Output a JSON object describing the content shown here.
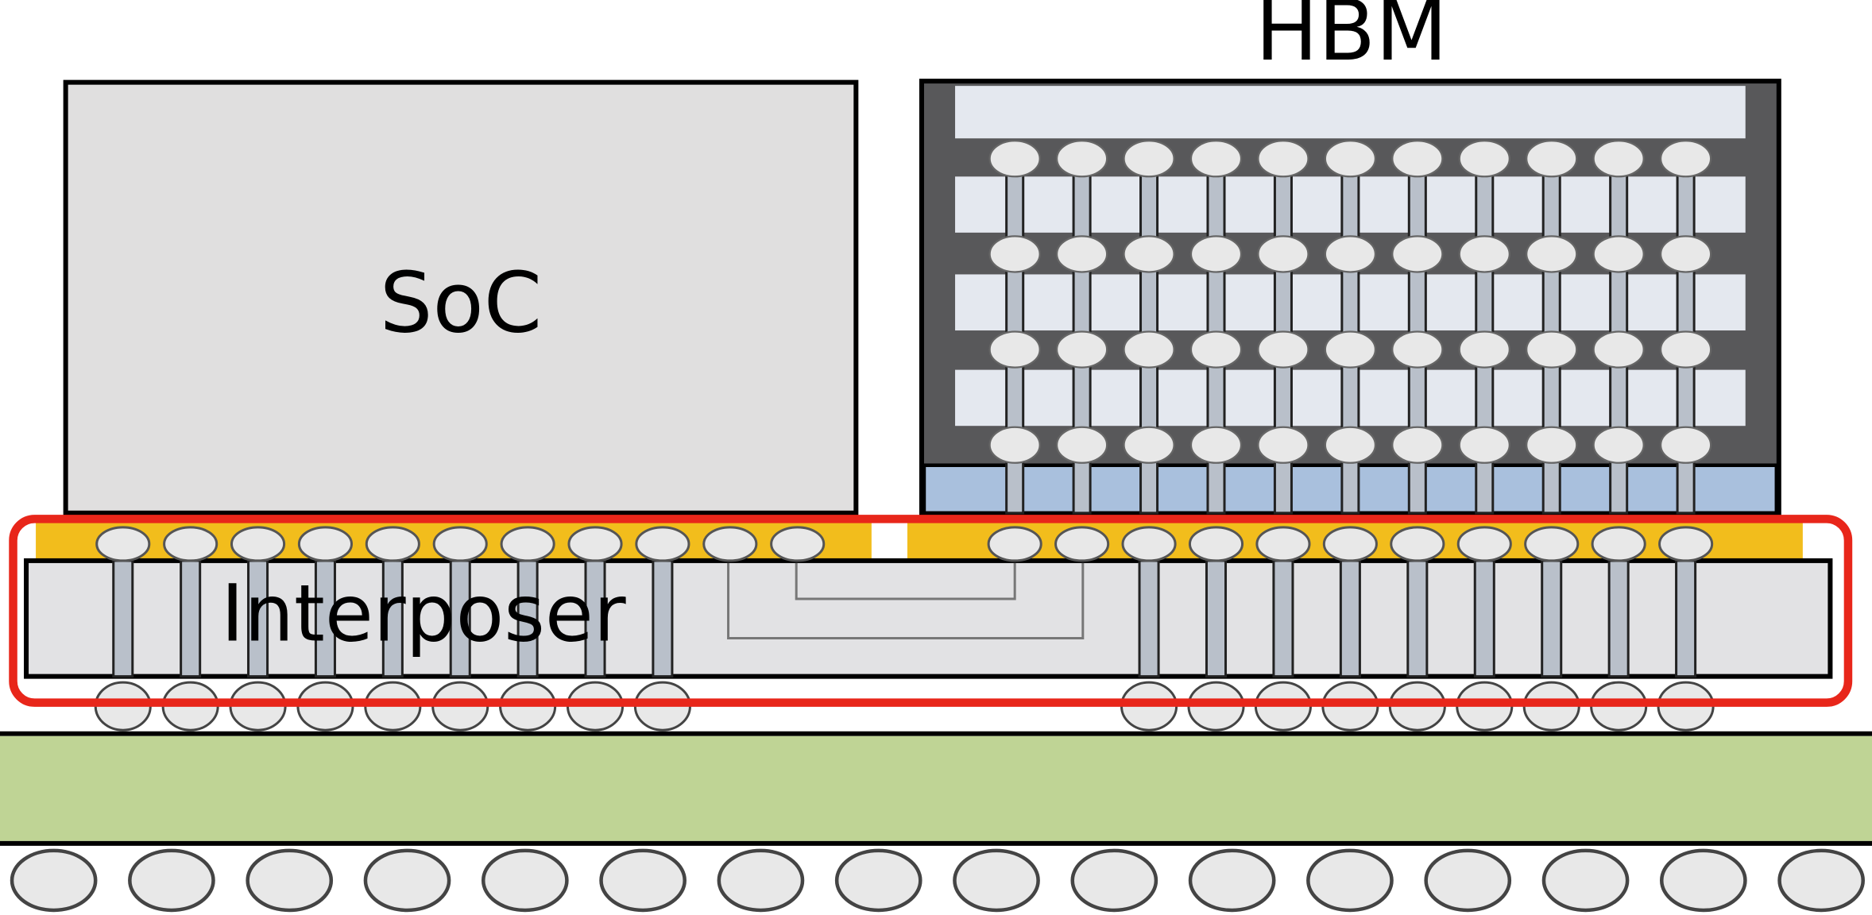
{
  "labels": {
    "soc": "SoC",
    "hbm": "HBM",
    "interposer": "Interposer"
  },
  "colors": {
    "soc_fill": "#e0dfdf",
    "hbm_frame": "#58585a",
    "hbm_layer": "#e4e8ef",
    "hbm_base": "#a9c0dd",
    "underfill": "#f2bd1c",
    "interposer_fill": "#e2e2e4",
    "tsv_fill": "#b9c0ca",
    "bump_fill": "#e8e8e8",
    "substrate": "#bfd495",
    "highlight": "#e8261a"
  },
  "structure": {
    "soc_bump_count": 11,
    "hbm_bump_columns": 11,
    "hbm_stack_bump_rows": 4,
    "soc_tsv_count": 9,
    "hbm_tsv_count": 9,
    "package_ball_count": 16
  }
}
